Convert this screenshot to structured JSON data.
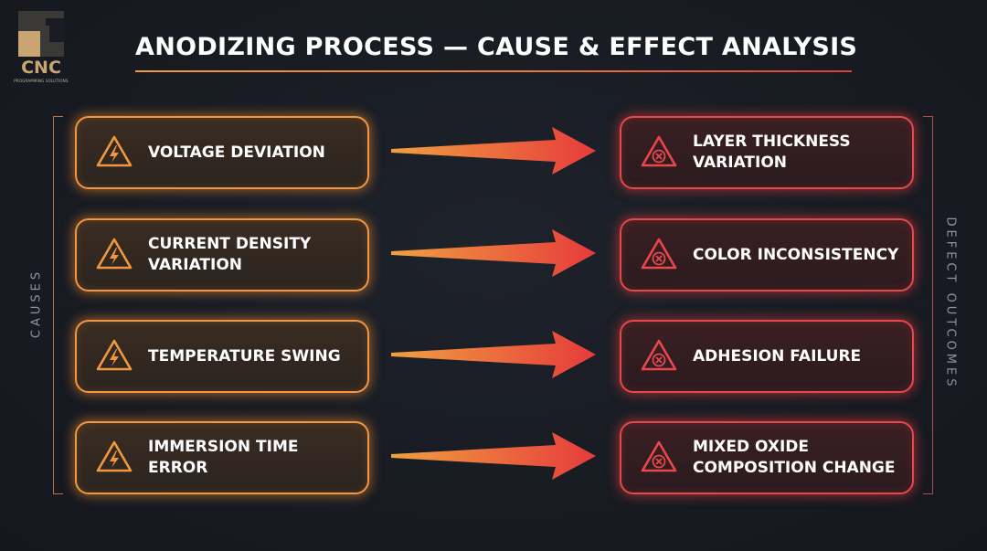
{
  "logo": {
    "name": "CNC",
    "tagline": "PROGRAMMING SOLUTIONS",
    "colors": {
      "dark": "#3b3936",
      "gold": "#c9a571"
    }
  },
  "title": "ANODIZING PROCESS — CAUSE & EFFECT ANALYSIS",
  "side_labels": {
    "left": "CAUSES",
    "right": "DEFECT OUTCOMES"
  },
  "colors": {
    "cause_accent": "#f0973f",
    "effect_accent": "#e8474b",
    "arrow_start": "#f0a040",
    "arrow_end": "#e63b3b",
    "background": "#191c24"
  },
  "causes": [
    {
      "label": "VOLTAGE DEVIATION",
      "icon": "warning-lightning-icon"
    },
    {
      "label": "CURRENT DENSITY\nVARIATION",
      "icon": "warning-lightning-icon"
    },
    {
      "label": "TEMPERATURE SWING",
      "icon": "warning-lightning-icon"
    },
    {
      "label": "IMMERSION TIME\nERROR",
      "icon": "warning-lightning-icon"
    }
  ],
  "effects": [
    {
      "label": "LAYER THICKNESS\nVARIATION",
      "icon": "warning-x-icon"
    },
    {
      "label": "COLOR INCONSISTENCY",
      "icon": "warning-x-icon"
    },
    {
      "label": "ADHESION FAILURE",
      "icon": "warning-x-icon"
    },
    {
      "label": "MIXED OXIDE\nCOMPOSITION CHANGE",
      "icon": "warning-x-icon"
    }
  ]
}
